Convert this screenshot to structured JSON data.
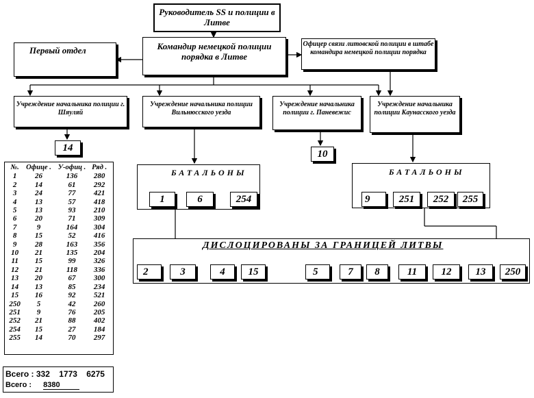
{
  "top": {
    "ss_leader": "Руководитель SS и полиции в Литве"
  },
  "commander": "Командир немецкой полиции порядка в Литве",
  "first_dept": "Первый отдел",
  "liaison": "Офицер связи литовской полиции в штабе командира немецкой полиции порядка",
  "branches": [
    {
      "label": "Учреждение начальника полиции г. Шяуляй",
      "battalions": [
        "14"
      ]
    },
    {
      "label": "Учреждение начальника полиции Вильнюсского уезда",
      "group_label": "БАТАЛЬОНЫ",
      "battalions": [
        "1",
        "6",
        "254"
      ]
    },
    {
      "label": "Учреждение начальника полиции г. Паневежис",
      "battalions": [
        "10"
      ]
    },
    {
      "label": "Учреждение начальника полиции Каунасского уезда",
      "group_label": "БАТАЛЬОНЫ",
      "battalions": [
        "9",
        "251",
        "252",
        "255"
      ]
    }
  ],
  "abroad": {
    "title": "ДИСЛОЦИРОВАНЫ ЗА ГРАНИЦЕЙ ЛИТВЫ",
    "left": [
      "2",
      "3",
      "4",
      "15"
    ],
    "right": [
      "5",
      "7",
      "8",
      "11",
      "12",
      "13",
      "250"
    ]
  },
  "table": {
    "headers": [
      "№.",
      "Офице .",
      "У-офиц .",
      "Ряд ."
    ],
    "rows": [
      [
        "1",
        "26",
        "136",
        "280"
      ],
      [
        "2",
        "14",
        "61",
        "292"
      ],
      [
        "3",
        "24",
        "77",
        "421"
      ],
      [
        "4",
        "13",
        "57",
        "418"
      ],
      [
        "5",
        "13",
        "93",
        "210"
      ],
      [
        "6",
        "20",
        "71",
        "309"
      ],
      [
        "7",
        "9",
        "164",
        "304"
      ],
      [
        "8",
        "15",
        "52",
        "416"
      ],
      [
        "9",
        "28",
        "163",
        "356"
      ],
      [
        "10",
        "21",
        "135",
        "204"
      ],
      [
        "11",
        "15",
        "99",
        "326"
      ],
      [
        "12",
        "21",
        "118",
        "336"
      ],
      [
        "13",
        "20",
        "67",
        "300"
      ],
      [
        "14",
        "13",
        "85",
        "234"
      ],
      [
        "15",
        "16",
        "92",
        "521"
      ],
      [
        "250",
        "5",
        "42",
        "260"
      ],
      [
        "251",
        "9",
        "76",
        "205"
      ],
      [
        "252",
        "21",
        "88",
        "402"
      ],
      [
        "254",
        "15",
        "27",
        "184"
      ],
      [
        "255",
        "14",
        "70",
        "297"
      ]
    ]
  },
  "totals": {
    "line1_label": "Всего :",
    "line1_values": "332    1773    6275",
    "line2_label": "Всего :",
    "line2_value": "8380"
  }
}
